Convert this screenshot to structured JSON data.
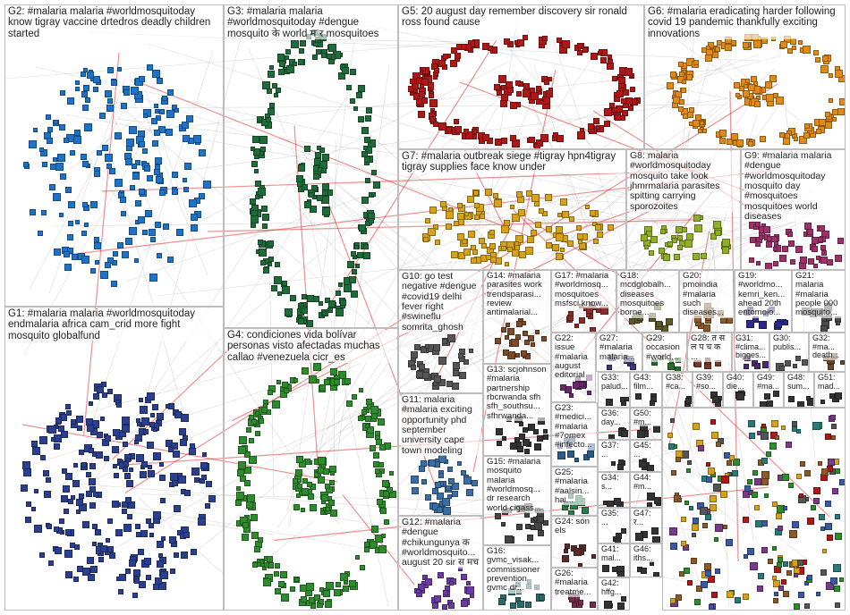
{
  "title": "",
  "graph": {
    "type": "network-clusters",
    "groups": [
      {
        "id": "G1",
        "label": "G1: #malaria malaria #worldmosquitoday endmalaria africa cam_crid more fight mosquito globalfund",
        "color": "#2a3f8f"
      },
      {
        "id": "G2",
        "label": "G2: #malaria malaria #worldmosquitoday know tigray vaccine drtedros deadly children started",
        "color": "#1e73c8"
      },
      {
        "id": "G3",
        "label": "G3: #malaria malaria #worldmosquitoday #dengue mosquito के world म र mosquitoes",
        "color": "#1f6b3a"
      },
      {
        "id": "G4",
        "label": "G4: condiciones vida bolívar personas visto afectadas muchas callao #venezuela cicr_es",
        "color": "#2e8b2e"
      },
      {
        "id": "G5",
        "label": "G5: 20 august day remember discovery sir ronald ross found cause",
        "color": "#b01818"
      },
      {
        "id": "G6",
        "label": "G6: #malaria eradicating harder following covid 19 pandemic thankfully exciting innovations",
        "color": "#e08a1a"
      },
      {
        "id": "G7",
        "label": "G7: #malaria outbreak siege #tigray hpn4tigray tigray supplies face know under",
        "color": "#d6a21c"
      },
      {
        "id": "G8",
        "label": "G8: malaria #worldmosquitoday mosquito take look jhmrmalaria parasites spitting carrying sporozoites",
        "color": "#8fae2a"
      },
      {
        "id": "G9",
        "label": "G9: #malaria malaria #dengue #worldmosquitoday mosquito day #mosquitoes mosquitoes world diseases",
        "color": "#a0306a"
      },
      {
        "id": "G10",
        "label": "G10: go test negative #dengue #covid19 delhi fever right #swineflu somrita_ghosh",
        "color": "#555555"
      },
      {
        "id": "G11",
        "label": "G11: malaria #malaria exciting opportunity phd september university cape town modeling",
        "color": "#3a6ea5"
      },
      {
        "id": "G12",
        "label": "G12: #malaria #dengue #chikungunya क #worldmosquito... august 20 sir स मच",
        "color": "#6b3aa5"
      },
      {
        "id": "G13",
        "label": "G13: scjohnson #malaria partnership rbcrwanda sfh sfh_southsu... sfhrwanda...",
        "color": "#333333"
      },
      {
        "id": "G14",
        "label": "G14: #malaria parasites work trendsparasi... review antimalarial...",
        "color": "#7a4a2a"
      },
      {
        "id": "G15",
        "label": "G15: #malaria mosquito malaria #worldmosq... dr research world cigass...",
        "color": "#444444"
      },
      {
        "id": "G16",
        "label": "G16: gvmc_visak... commissioner prevention gvmc dr...",
        "color": "#2a6a6a"
      },
      {
        "id": "G17",
        "label": "G17: #malaria #worldmosq... mosquitoes msfsci know...",
        "color": "#8a2a2a"
      },
      {
        "id": "G18",
        "label": "G18: mcdglobalh... diseases mosquitoes borne...",
        "color": "#5a5a2a"
      },
      {
        "id": "G19",
        "label": "G19: #worldmo... kemri_ken... ahead 20th entomolo...",
        "color": "#2a2a8a"
      },
      {
        "id": "G20",
        "label": "G20: pmoindia #malaria such diseases...",
        "color": "#8a5a2a"
      },
      {
        "id": "G21",
        "label": "G21: malaria #malaria people 000 mosquito...",
        "color": "#4a4a4a"
      },
      {
        "id": "G22",
        "label": "G22: issue #malaria august editorial",
        "color": "#6a2a6a"
      },
      {
        "id": "G23",
        "label": "G23: #medici... #malaria #7omex #infecto...",
        "color": "#2a5a8a"
      },
      {
        "id": "G24",
        "label": "G24: són els",
        "color": "#5a2a2a"
      },
      {
        "id": "G25",
        "label": "G25: #malaria #aalsin... hai...",
        "color": "#2a7a4a"
      },
      {
        "id": "G26",
        "label": "G26: #malaria treatme...",
        "color": "#7a2a4a"
      },
      {
        "id": "G27",
        "label": "G27: #malaria malaria...",
        "color": "#3a3a7a"
      },
      {
        "id": "G28",
        "label": "G28: त स ल प च क ...",
        "color": "#7a3a2a"
      },
      {
        "id": "G29",
        "label": "G29: occasion #world...",
        "color": "#2a6a2a"
      },
      {
        "id": "G30",
        "label": "G30: publis...",
        "color": "#555555"
      },
      {
        "id": "G31",
        "label": "G31: #clima... bigges...",
        "color": "#4a2a6a"
      },
      {
        "id": "G32",
        "label": "G32: #ma... death...",
        "color": "#6a4a2a"
      },
      {
        "id": "G33",
        "label": "G33: palud...",
        "color": "#333333"
      },
      {
        "id": "G34",
        "label": "G34: s...",
        "color": "#333333"
      },
      {
        "id": "G35",
        "label": "G35: ...",
        "color": "#333333"
      },
      {
        "id": "G36",
        "label": "G36: day...",
        "color": "#333333"
      },
      {
        "id": "G37",
        "label": "G37: ...",
        "color": "#333333"
      },
      {
        "id": "G38",
        "label": "G38: #ca...",
        "color": "#333333"
      },
      {
        "id": "G39",
        "label": "G39: #so...",
        "color": "#333333"
      },
      {
        "id": "G40",
        "label": "G40: die...",
        "color": "#333333"
      },
      {
        "id": "G41",
        "label": "G41: mal...",
        "color": "#333333"
      },
      {
        "id": "G42",
        "label": "G42: hffg...",
        "color": "#333333"
      },
      {
        "id": "G43",
        "label": "G43: film...",
        "color": "#333333"
      },
      {
        "id": "G44",
        "label": "G44: #m...",
        "color": "#333333"
      },
      {
        "id": "G45",
        "label": "G45: ...",
        "color": "#333333"
      },
      {
        "id": "G46",
        "label": "G46: iths...",
        "color": "#333333"
      },
      {
        "id": "G47",
        "label": "G47: र...",
        "color": "#333333"
      },
      {
        "id": "G48",
        "label": "G48: sum...",
        "color": "#333333"
      },
      {
        "id": "G49",
        "label": "G49: #ma...",
        "color": "#333333"
      },
      {
        "id": "G50",
        "label": "G50: #m...",
        "color": "#333333"
      },
      {
        "id": "G51",
        "label": "G51: mad...",
        "color": "#333333"
      }
    ]
  }
}
